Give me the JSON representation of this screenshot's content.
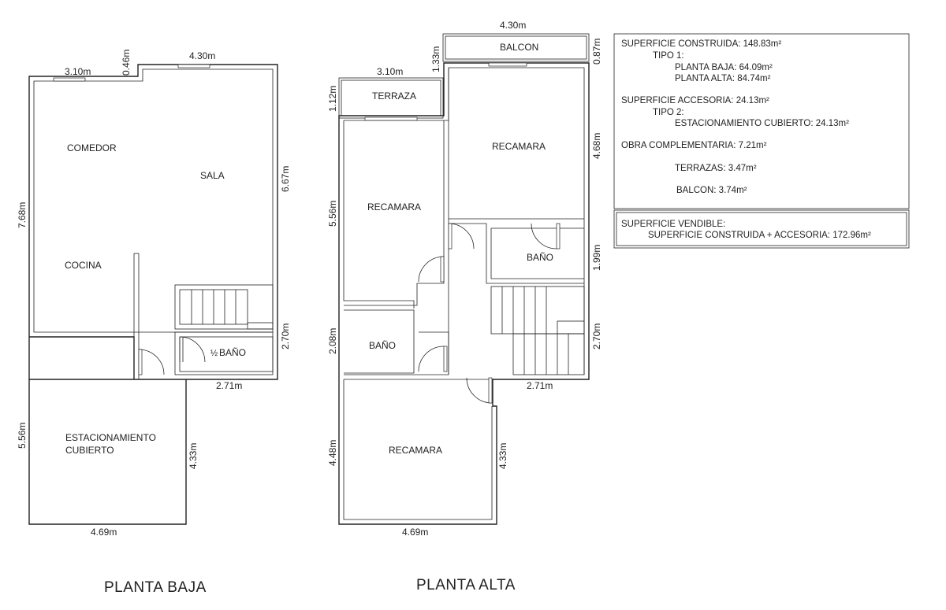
{
  "planta_baja": {
    "title": "PLANTA BAJA",
    "rooms": {
      "comedor": "COMEDOR",
      "sala": "SALA",
      "cocina": "COCINA",
      "medio_bano_fraction": "½",
      "bano": "BAÑO",
      "estacionamiento_1": "ESTACIONAMIENTO",
      "estacionamiento_2": "CUBIERTO"
    },
    "dims": {
      "top_left": "3.10m",
      "top_step": "0.46m",
      "top_right": "4.30m",
      "left_main": "7.68m",
      "right_main": "6.67m",
      "right_bano": "2.70m",
      "bottom_house": "2.71m",
      "left_garage": "5.56m",
      "right_garage": "4.33m",
      "bottom_garage": "4.69m"
    }
  },
  "planta_alta": {
    "title": "PLANTA ALTA",
    "rooms": {
      "balcon": "BALCON",
      "terraza": "TERRAZA",
      "recamara_left": "RECAMARA",
      "recamara_right": "RECAMARA",
      "bano_right": "BAÑO",
      "bano_left": "BAÑO",
      "recamara_bottom": "RECAMARA"
    },
    "dims": {
      "top_balcon": "4.30m",
      "left_balcon": "1.33m",
      "right_balcon": "0.87m",
      "top_terraza": "3.10m",
      "left_terraza": "1.12m",
      "right_recamara": "4.68m",
      "left_recamara": "5.56m",
      "right_bano": "1.99m",
      "right_stair": "2.70m",
      "left_bano": "2.08m",
      "bottom_house": "2.71m",
      "left_bottom": "4.48m",
      "right_bottom": "4.33m",
      "bottom_width": "4.69m"
    }
  },
  "summary": {
    "construida": "SUPERFICIE CONSTRUIDA: 148.83m²",
    "tipo1": "TIPO 1:",
    "planta_baja": "PLANTA BAJA: 64.09m²",
    "planta_alta": "PLANTA ALTA: 84.74m²",
    "accesoria": "SUPERFICIE ACCESORIA: 24.13m²",
    "tipo2": "TIPO 2:",
    "estacionamiento": "ESTACIONAMIENTO CUBIERTO: 24.13m²",
    "obra": "OBRA COMPLEMENTARIA: 7.21m²",
    "terrazas": "TERRAZAS: 3.47m²",
    "balcon": "BALCON: 3.74m²",
    "vendible_title": "SUPERFICIE VENDIBLE:",
    "vendible_value": "SUPERFICIE CONSTRUIDA + ACCESORIA: 172.96m²"
  }
}
